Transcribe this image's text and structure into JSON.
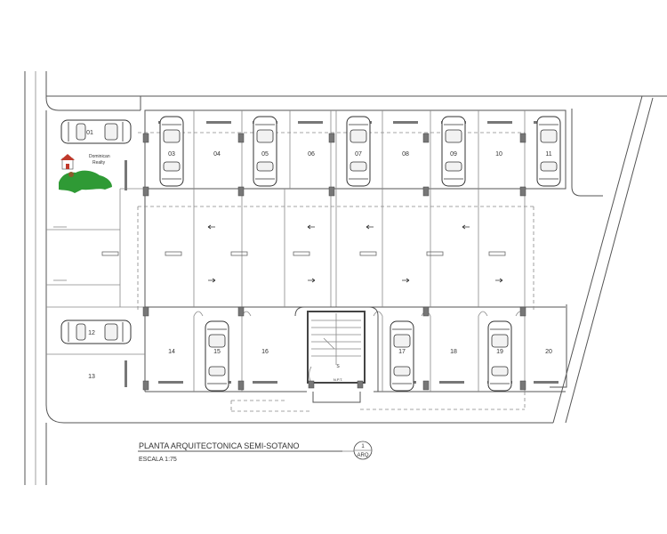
{
  "plan": {
    "title": "PLANTA ARQUITECTONICA SEMI-SOTANO",
    "scale": "ESCALA  1:75",
    "sheet_number": "1",
    "sheet_code": "ARQ",
    "colors": {
      "line": "#555555",
      "logo_green": "#2f9a35",
      "logo_red": "#c0392b"
    }
  },
  "logo": {
    "line1": "Dominican",
    "line2": "Realty"
  },
  "spaces": {
    "s01": "01",
    "s03": "03",
    "s04": "04",
    "s05": "05",
    "s06": "06",
    "s07": "07",
    "s08": "08",
    "s09": "09",
    "s10": "10",
    "s11": "11",
    "s12": "12",
    "s13": "13",
    "s14": "14",
    "s15": "15",
    "s16": "16",
    "s17": "17",
    "s18": "18",
    "s19": "19",
    "s20": "20"
  }
}
